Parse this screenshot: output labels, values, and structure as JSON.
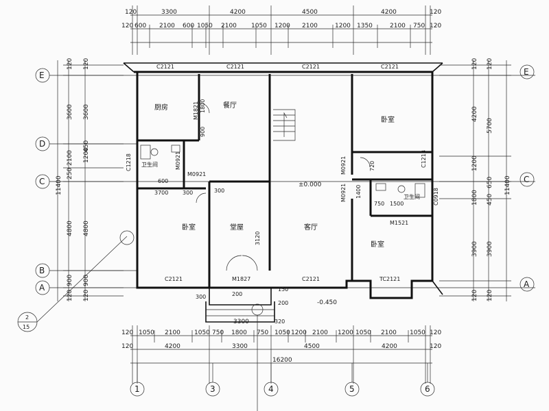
{
  "top_dims": {
    "row1": [
      "120",
      "3300",
      "4200",
      "4500",
      "4200",
      "120"
    ],
    "row2": [
      "120",
      "600",
      "2100",
      "600",
      "1050",
      "2100",
      "1050",
      "1200",
      "2100",
      "1200",
      "1350",
      "2100",
      "750",
      "120"
    ]
  },
  "bottom_dims": {
    "row1": [
      "120",
      "1050",
      "2100",
      "1050",
      "750",
      "1800",
      "750",
      "1050",
      "1200",
      "2100",
      "1200",
      "1050",
      "2100",
      "1050",
      "120"
    ],
    "row2": [
      "120",
      "4200",
      "3300",
      "4500",
      "4200",
      "120"
    ],
    "total": "16200"
  },
  "left_dims": {
    "outer": [
      "120",
      "3600",
      "2100",
      "250",
      "4800",
      "900",
      "120"
    ],
    "inner": [
      "120",
      "3600",
      "1200",
      "450",
      "4800",
      "900",
      "120"
    ],
    "total": "11400"
  },
  "right_dims": {
    "outer": [
      "120",
      "4200",
      "1200",
      "1800",
      "3900",
      "120"
    ],
    "inner": [
      "120",
      "5700",
      "650",
      "450",
      "3900",
      "120"
    ],
    "total": "11400"
  },
  "axes": {
    "rows": [
      "E",
      "D",
      "C",
      "B",
      "A"
    ],
    "cols": [
      "1",
      "3",
      "4",
      "5",
      "6"
    ]
  },
  "rooms": {
    "kitchen": "厨房",
    "dining": "餐厅",
    "bedroom_ne": "卧室",
    "bath_w": "卫生间",
    "bath_e": "卫生间",
    "bedroom_sw": "卧室",
    "hall": "堂屋",
    "living": "客厅",
    "bedroom_se": "卧室"
  },
  "openings": {
    "c2121_top": [
      "C2121",
      "C2121",
      "C2121",
      "C2121"
    ],
    "c2121_bottom": [
      "C2121",
      "C2121"
    ],
    "tc2121": "TC2121",
    "m1827": "M1827",
    "m1521": "M1521",
    "m1821": "M1821",
    "m0921": [
      "M0921",
      "M0921",
      "M0921",
      "M0921"
    ],
    "c1218": "C1218",
    "c0918": "C0918",
    "c1213": "C1213"
  },
  "levels": {
    "floor": "±0.000",
    "ground": "-0.450"
  },
  "small_dims": [
    "3700",
    "300",
    "300",
    "200",
    "300",
    "1500",
    "750",
    "600",
    "1800",
    "900",
    "3120",
    "150",
    "200",
    "3300",
    "320",
    "1400",
    "720"
  ],
  "detail_callout": {
    "num": "2",
    "sheet": "15"
  }
}
